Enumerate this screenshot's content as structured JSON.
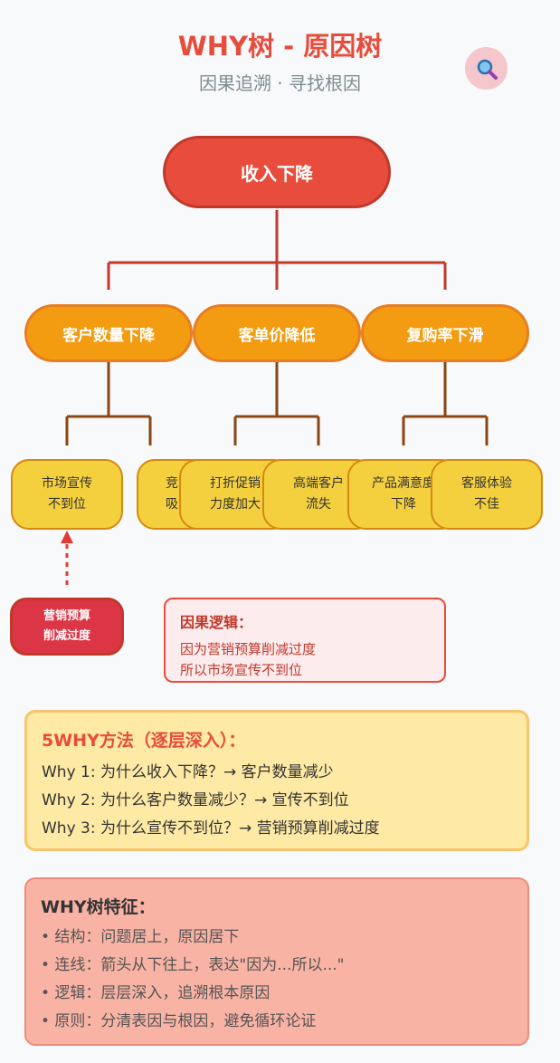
{
  "header": {
    "title": "WHY树 - 原因树",
    "subtitle": "因果追溯 · 寻找根因",
    "badge_icon": "magnifier-icon"
  },
  "tree": {
    "root": "收入下降",
    "level1": [
      "客户数量下降",
      "客单价降低",
      "复购率下滑"
    ],
    "level2": [
      "市场宣传\n不到位",
      "竞\n吸",
      "打折促销\n力度加大",
      "高端客户\n流失",
      "产品满意度\n下降",
      "客服体验\n不佳"
    ],
    "root_cause": "营销预算\n削减过度"
  },
  "logic": {
    "title": "因果逻辑：",
    "lines": [
      "因为营销预算削减过度",
      "所以市场宣传不到位"
    ]
  },
  "method": {
    "title": "5WHY方法（逐层深入）：",
    "lines": [
      "Why 1: 为什么收入下降？→ 客户数量减少",
      "Why 2: 为什么客户数量减少？→ 宣传不到位",
      "Why 3: 为什么宣传不到位？→ 营销预算削减过度"
    ]
  },
  "features": {
    "title": "WHY树特征：",
    "lines": [
      "• 结构：问题居上，原因居下",
      "• 连线：箭头从下往上，表达\"因为...所以...\"",
      "• 逻辑：层层深入，追溯根本原因",
      "• 原则：分清表因与根因，避免循环论证"
    ]
  },
  "colors": {
    "root": "#e74c3c",
    "level1": "#f39c12",
    "level2": "#f4d03f",
    "root_cause": "#dc3545",
    "connector_top": "#c0392b",
    "connector_mid": "#8b4513"
  }
}
